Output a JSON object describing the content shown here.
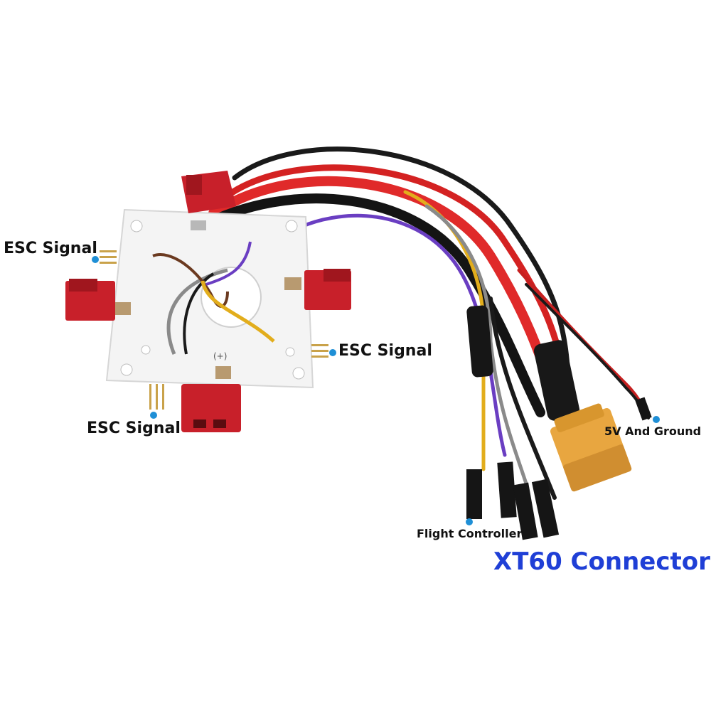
{
  "labels": {
    "esc_signal_left": "ESC Signal",
    "esc_signal_right": "ESC Signal",
    "esc_signal_bottom": "ESC Signal",
    "five_v_ground": "5V And Ground",
    "flight_controller": "Flight Controller",
    "xt60_connector": "XT60 Connector"
  },
  "board_marking": "(+)",
  "colors": {
    "title": "#1f3fd6",
    "callout_dot": "#1f8fd6",
    "connector_red": "#c8202a",
    "board_white": "#f4f4f4",
    "xt60_yellow": "#e8a640"
  }
}
